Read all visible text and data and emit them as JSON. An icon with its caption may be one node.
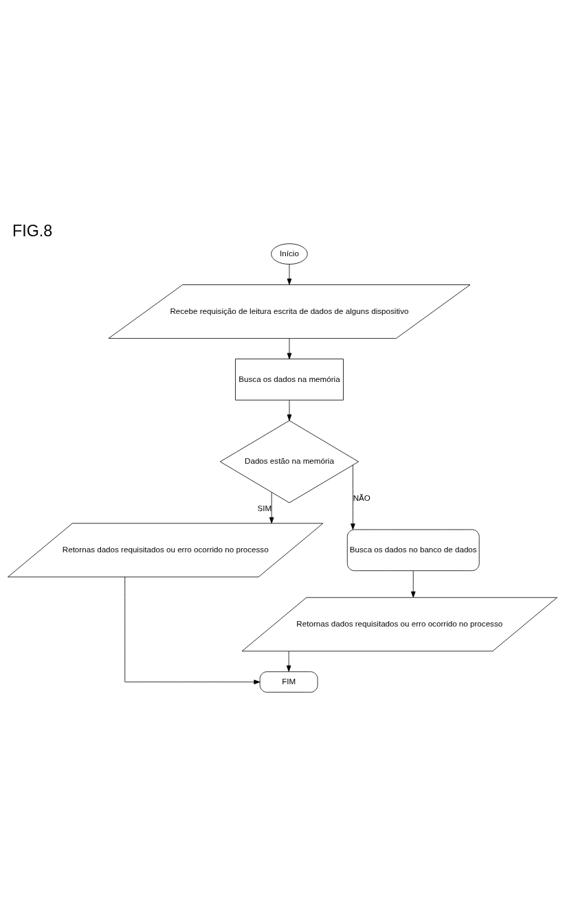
{
  "diagram": {
    "title": "FIG.8",
    "nodes": [
      {
        "text": [
          "Início"
        ]
      },
      {
        "text": [
          "Recebe requisição de leitura escrita de dados de alguns dispositivo"
        ]
      },
      {
        "text": [
          "Busca os dados na memória"
        ]
      },
      {
        "text": [
          "Dados estão na memória"
        ]
      },
      {
        "text": [
          "Retornas dados requisitados ou erro ocorrido no processo"
        ]
      },
      {
        "text": [
          "Busca os dados no banco de dados"
        ]
      },
      {
        "text": [
          "Retornas dados requisitados ou erro ocorrido no processo"
        ]
      },
      {
        "text": [
          "FIM"
        ]
      }
    ],
    "edges": [
      {
        "from": 0,
        "to": 1,
        "arrow": "to"
      },
      {
        "from": 1,
        "to": 2,
        "arrow": "to"
      },
      {
        "from": 2,
        "to": 3,
        "arrow": "to"
      },
      {
        "from": 3,
        "to": 4,
        "arrow": "to",
        "label": "SIM"
      },
      {
        "from": 3,
        "to": 5,
        "arrow": "to",
        "label": "NÃO"
      },
      {
        "from": 5,
        "to": 6,
        "arrow": "to"
      },
      {
        "from": 4,
        "to": 7,
        "arrow": "to"
      },
      {
        "from": 6,
        "to": 7,
        "arrow": "to"
      }
    ]
  }
}
